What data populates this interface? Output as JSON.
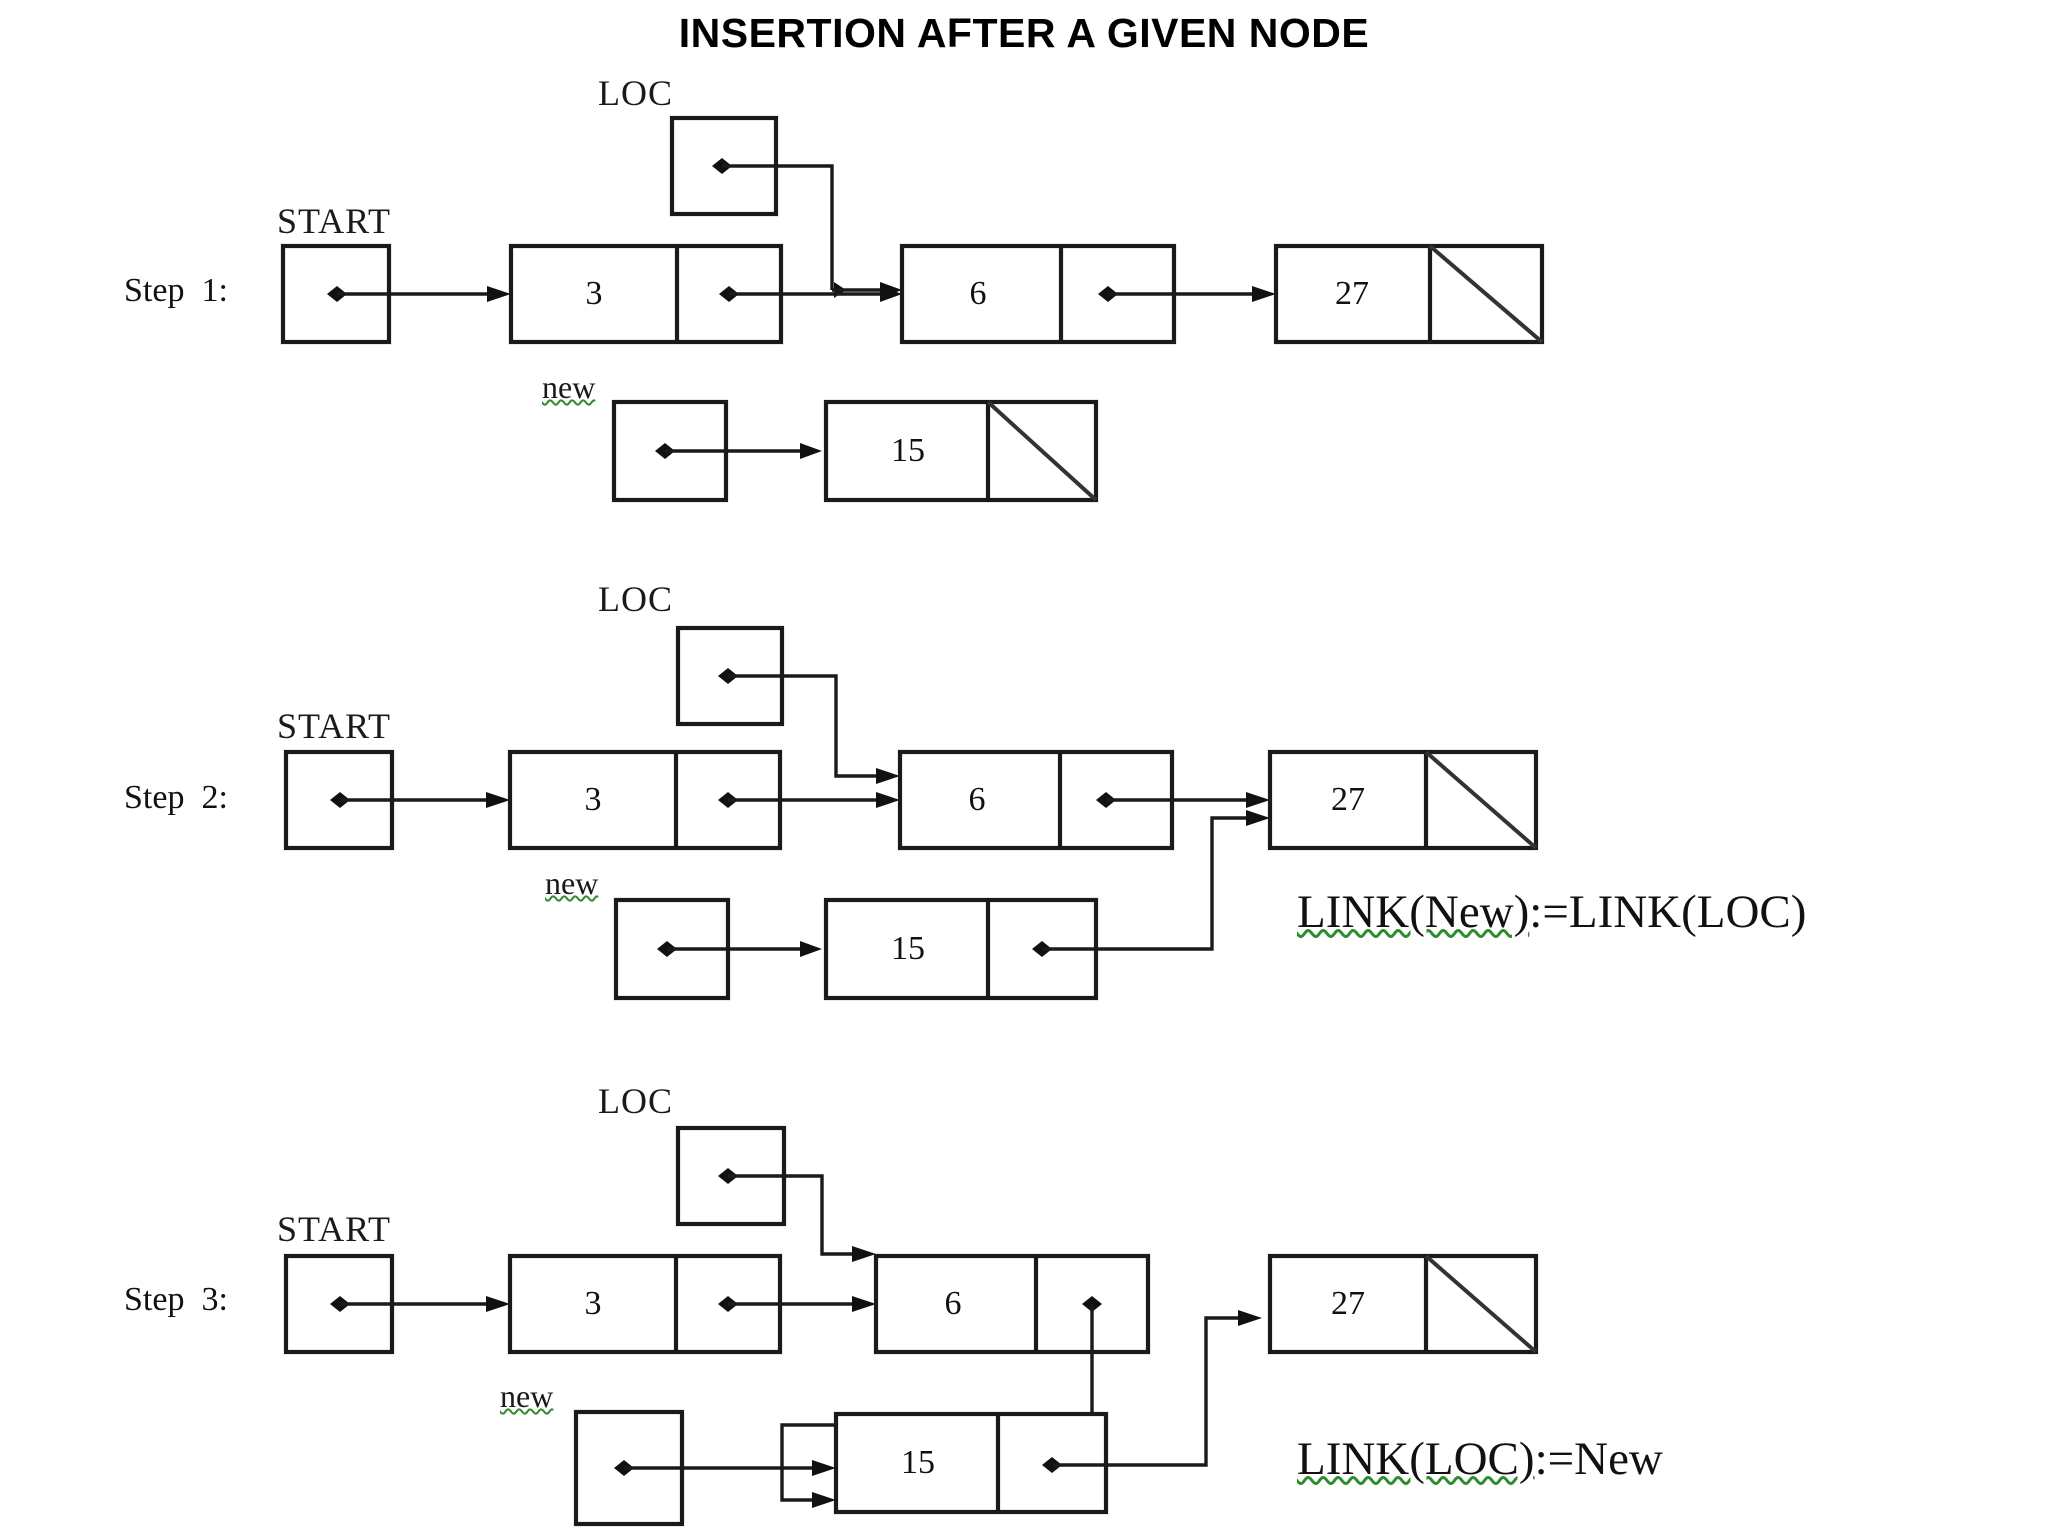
{
  "title": "INSERTION AFTER A GIVEN NODE",
  "labels": {
    "loc": "LOC",
    "start": "START",
    "new": "new"
  },
  "steps": [
    {
      "id": "step-1",
      "label": "Step  1:",
      "list_values": [
        "3",
        "6",
        "27"
      ],
      "new_node_value": "15",
      "new_node_null": true,
      "equation": null,
      "equation_underline": null
    },
    {
      "id": "step-2",
      "label": "Step  2:",
      "list_values": [
        "3",
        "6",
        "27"
      ],
      "new_node_value": "15",
      "new_node_null": false,
      "equation": "LINK(New):=LINK(LOC)",
      "equation_underline": "LINK(New)",
      "equation_rest": ":=LINK(LOC)"
    },
    {
      "id": "step-3",
      "label": "Step  3:",
      "list_values": [
        "3",
        "6",
        "27"
      ],
      "new_node_value": "15",
      "new_node_null": false,
      "equation": "LINK(LOC):=New",
      "equation_underline": "LINK(LOC)",
      "equation_rest": ":=New"
    }
  ],
  "colors": {
    "ink": "#1a1a1a",
    "squiggle": "#2e8b2e",
    "background": "#ffffff"
  },
  "icons": {
    "pointer": "pointer-dot-icon",
    "null": "null-slash-icon",
    "arrow": "arrow-head-icon"
  }
}
